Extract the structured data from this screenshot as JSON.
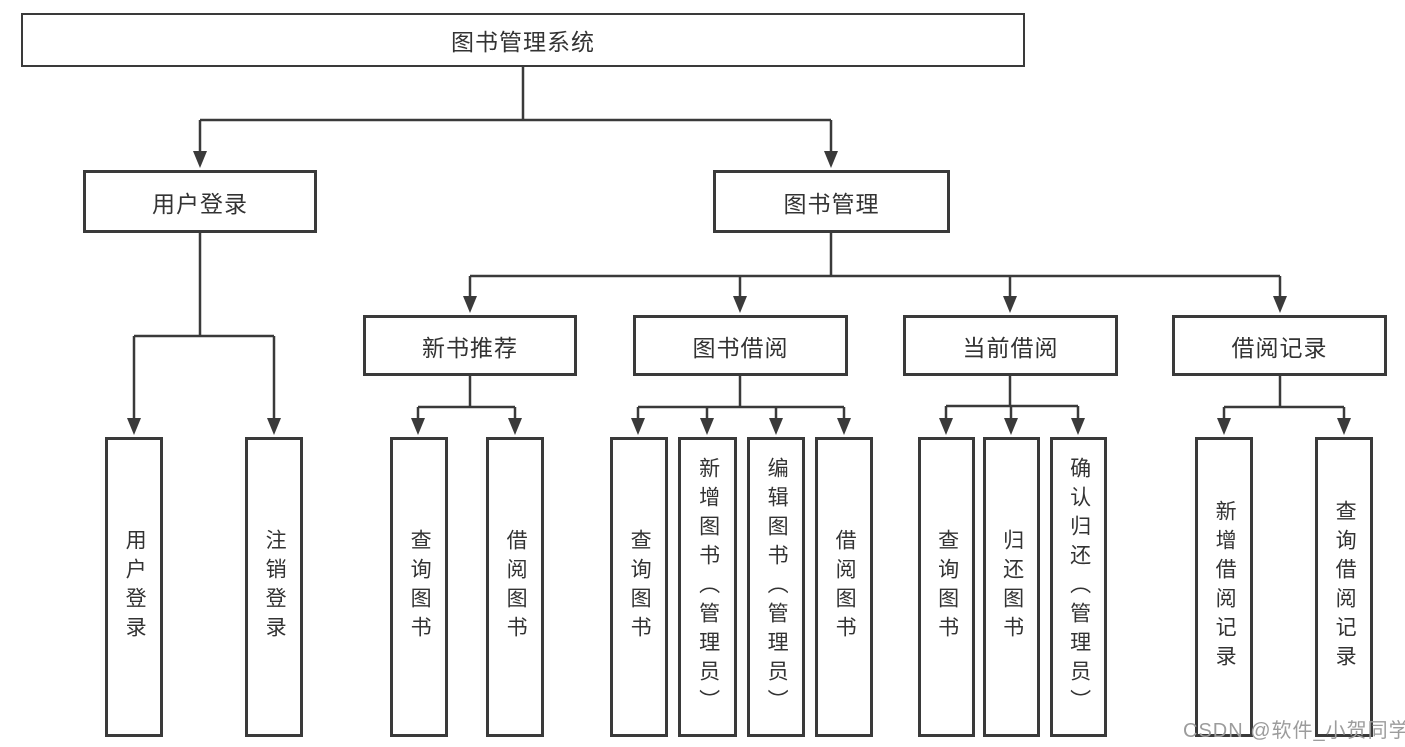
{
  "diagram_type": "hierarchy-tree",
  "colors": {
    "background": "#ffffff",
    "box_border": "#3a3a3a",
    "box_fill": "#ffffff",
    "text": "#333333",
    "connector": "#3a3a3a",
    "watermark": "#9c9c9c"
  },
  "tree": {
    "label": "图书管理系统",
    "children": [
      {
        "label": "用户登录",
        "children": [
          {
            "label": "用户登录"
          },
          {
            "label": "注销登录"
          }
        ]
      },
      {
        "label": "图书管理",
        "children": [
          {
            "label": "新书推荐",
            "children": [
              {
                "label": "查询图书"
              },
              {
                "label": "借阅图书"
              }
            ]
          },
          {
            "label": "图书借阅",
            "children": [
              {
                "label": "查询图书"
              },
              {
                "label": "新增图书（管理员）"
              },
              {
                "label": "编辑图书（管理员）"
              },
              {
                "label": "借阅图书"
              }
            ]
          },
          {
            "label": "当前借阅",
            "children": [
              {
                "label": "查询图书"
              },
              {
                "label": "归还图书"
              },
              {
                "label": "确认归还（管理员）"
              }
            ]
          },
          {
            "label": "借阅记录",
            "children": [
              {
                "label": "新增借阅记录"
              },
              {
                "label": "查询借阅记录"
              }
            ]
          }
        ]
      }
    ]
  },
  "watermark": "CSDN @软件_小贺同学"
}
